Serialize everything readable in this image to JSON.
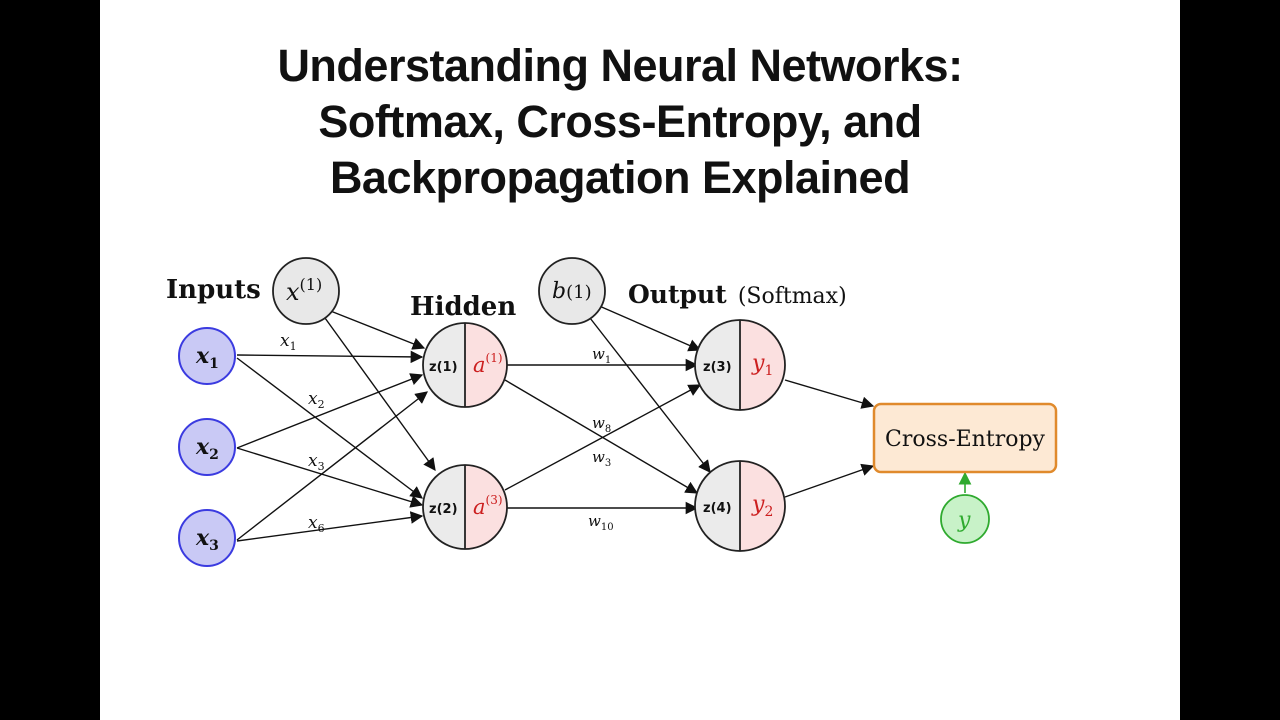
{
  "title": {
    "line1": "Understanding Neural Networks:",
    "line2": "Softmax, Cross-Entropy, and",
    "line3": "Backpropagation Explained"
  },
  "labels": {
    "inputs": "Inputs",
    "hidden": "Hidden",
    "output_main": "Output",
    "output_sub": "(Softmax)",
    "loss": "Cross-Entropy"
  },
  "nodes": {
    "x1": {
      "base": "x",
      "sub": "1"
    },
    "x2": {
      "base": "x",
      "sub": "2"
    },
    "x3": {
      "base": "x",
      "sub": "3"
    },
    "bias_in": {
      "base": "x",
      "sup": "(1)"
    },
    "bias_hidden": {
      "base": "b",
      "paren": "(1)"
    },
    "h1": {
      "z_base": "z",
      "z_paren": "(1)",
      "a_base": "a",
      "a_sup": "(1)"
    },
    "h2": {
      "z_base": "z",
      "z_paren": "(2)",
      "a_base": "a",
      "a_sup": "(3)"
    },
    "o1": {
      "z_base": "z",
      "z_paren": "(3)",
      "y_base": "y",
      "y_sub": "1"
    },
    "o2": {
      "z_base": "z",
      "z_paren": "(4)",
      "y_base": "y",
      "y_sub": "2"
    },
    "target": {
      "base": "y"
    }
  },
  "edge_labels": {
    "e_x1": {
      "base": "x",
      "sub": "1"
    },
    "e_x2": {
      "base": "x",
      "sub": "2"
    },
    "e_x3": {
      "base": "x",
      "sub": "3"
    },
    "e_x6": {
      "base": "x",
      "sub": "6"
    },
    "w1": {
      "base": "w",
      "sub": "1"
    },
    "w8": {
      "base": "w",
      "sub": "8"
    },
    "w3": {
      "base": "w",
      "sub": "3"
    },
    "w10": {
      "base": "w",
      "sub": "10"
    }
  },
  "colors": {
    "input_fill": "#c9c9f5",
    "input_stroke": "#3b3be0",
    "bias_fill": "#e8e8e8",
    "node_left": "#ebebeb",
    "node_right": "#fbe0e0",
    "activation_text": "#cc1f1f",
    "loss_fill": "#fde9d4",
    "loss_stroke": "#e08a2c",
    "target_fill": "#c8f2c8",
    "target_stroke": "#2faa2f"
  }
}
